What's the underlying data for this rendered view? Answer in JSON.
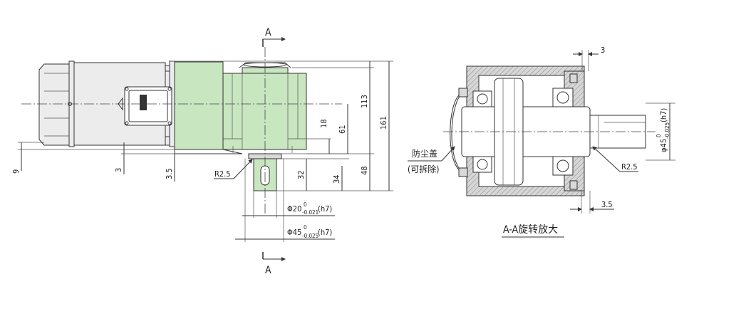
{
  "section_marks": {
    "top": "A",
    "bottom": "A"
  },
  "left_view": {
    "dimensions": {
      "d113": "113",
      "d161": "161",
      "d18": "18",
      "d61": "61",
      "d32": "32",
      "d34": "34",
      "d48": "48",
      "d9": "9",
      "d3": "3",
      "d35": "3.5",
      "radius": "R2.5"
    },
    "shaft_dims": {
      "d20": {
        "base": "Φ20",
        "upper": "0",
        "lower": "-0.021",
        "fit": "(h7)"
      },
      "d45": {
        "base": "Φ45",
        "upper": "0",
        "lower": "-0.025",
        "fit": "(h7)"
      }
    }
  },
  "section_view": {
    "dimensions": {
      "d3": "3",
      "d35": "3.5",
      "radius": "R2.5"
    },
    "shaft_dim": {
      "base": "φ45",
      "upper": "0",
      "lower": "-0.025",
      "fit": "(h7)"
    },
    "callout_line1": "防尘盖",
    "callout_line2": "(可拆除)",
    "title": "A-A旋转放大"
  }
}
